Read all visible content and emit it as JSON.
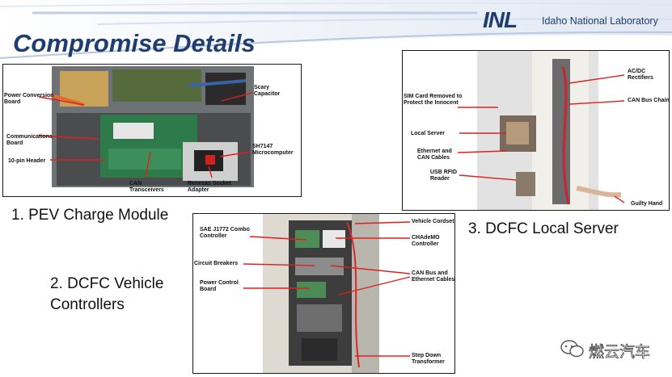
{
  "slide": {
    "title": "Compromise Details",
    "logo": {
      "mark": "INL",
      "text": "Idaho National Laboratory"
    },
    "watermark": "燃云汽车",
    "colors": {
      "title": "#1f3e6f",
      "arrow": "#e0201e"
    }
  },
  "panel1": {
    "caption": "1. PEV Charge Module",
    "labels": {
      "power_conversion_board": "Power Conversion Board",
      "scary_capacitor": "Scary Capacitor",
      "communications_board": "Communications Board",
      "ten_pin_header": "10-pin Header",
      "microcomputer": "SH7147 Microcomputer",
      "can_transceivers": "CAN Transceivers",
      "socket_adapter": "Renesas Socket Adapter"
    }
  },
  "panel2": {
    "caption": "2. DCFC Vehicle Controllers",
    "labels": {
      "combo_controller": "SAE J1772 Combo Controller",
      "circuit_breakers": "Circuit Breakers",
      "power_control_board": "Power Control Board",
      "vehicle_cordsets": "Vehicle Cordsets",
      "chademo_controller": "CHAdeMO Controller",
      "can_bus_ethernet": "CAN Bus and Ethernet Cables",
      "step_down_transformer": "Step Down Transformer"
    }
  },
  "panel3": {
    "caption": "3. DCFC Local Server",
    "labels": {
      "sim_card": "SIM Card Removed to Protect the Innocent",
      "local_server": "Local Server",
      "ethernet_can": "Ethernet and CAN Cables",
      "usb_rfid": "USB RFID Reader",
      "acdc_rectifiers": "AC/DC Rectifiers",
      "can_bus_chain": "CAN Bus Chain",
      "guilty_hand": "Guilty Hand"
    }
  }
}
